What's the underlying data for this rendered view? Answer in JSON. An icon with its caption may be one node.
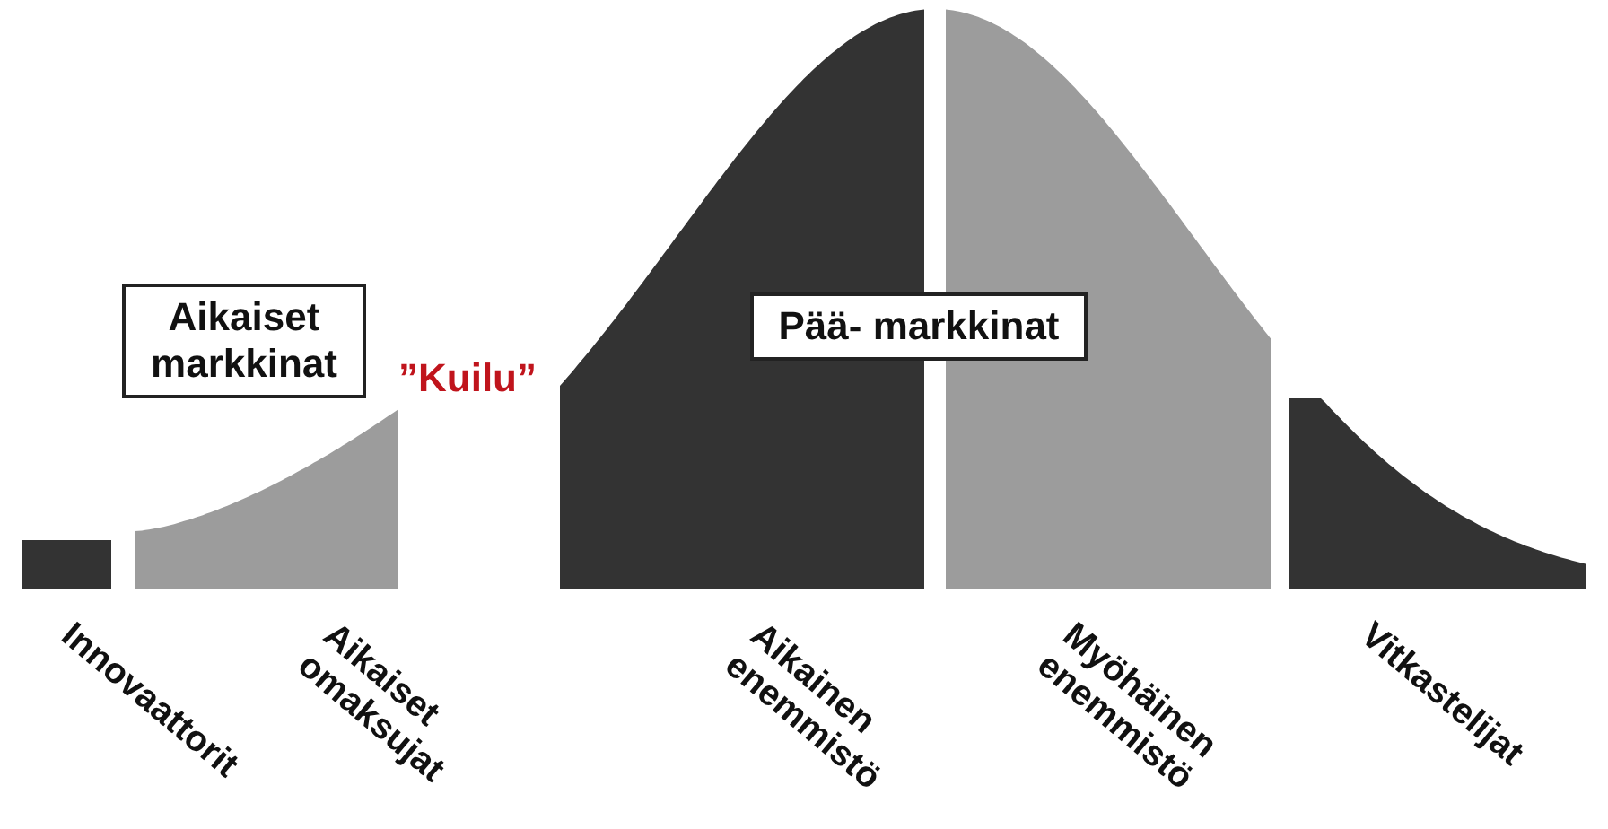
{
  "diagram": {
    "nodes": [
      {
        "text": [
          "Aikaiset markkinat"
        ]
      },
      {
        "text": [
          "Pää- markkinat"
        ]
      }
    ],
    "labels": [
      "”Kuilu”",
      "Innovaattorit",
      "Aikaiset omaksujat",
      "Aikainen enemmistö",
      "Myöhäinen enemmistö",
      "Vitkastelijat"
    ]
  }
}
